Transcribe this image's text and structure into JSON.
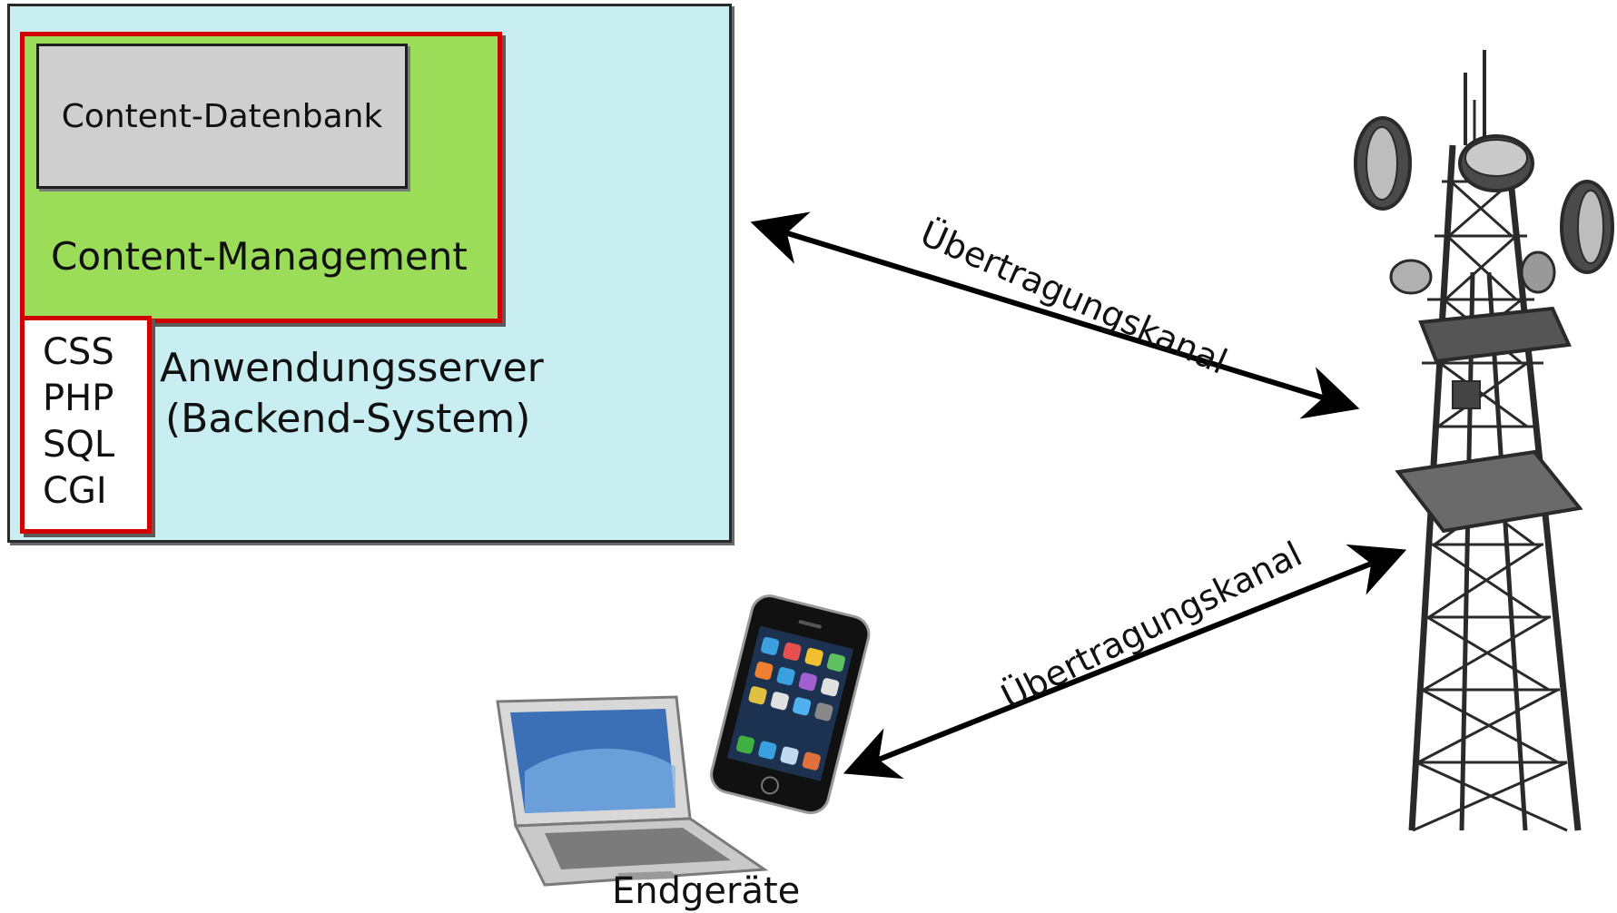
{
  "server": {
    "label_line1": "Anwendungsserver",
    "label_line2": "(Backend-System)"
  },
  "content_management": {
    "label": "Content-Management"
  },
  "content_database": {
    "label": "Content-Datenbank"
  },
  "technologies": [
    "CSS",
    "PHP",
    "SQL",
    "CGI"
  ],
  "channels": {
    "server_to_tower": "Übertragungskanal",
    "tower_to_devices": "Übertragungskanal"
  },
  "devices": {
    "label": "Endgeräte"
  },
  "colors": {
    "server_bg": "#c8eef1",
    "cms_bg": "#9bdc58",
    "highlight_border": "#d10000",
    "database_bg": "#cfcfcf"
  }
}
